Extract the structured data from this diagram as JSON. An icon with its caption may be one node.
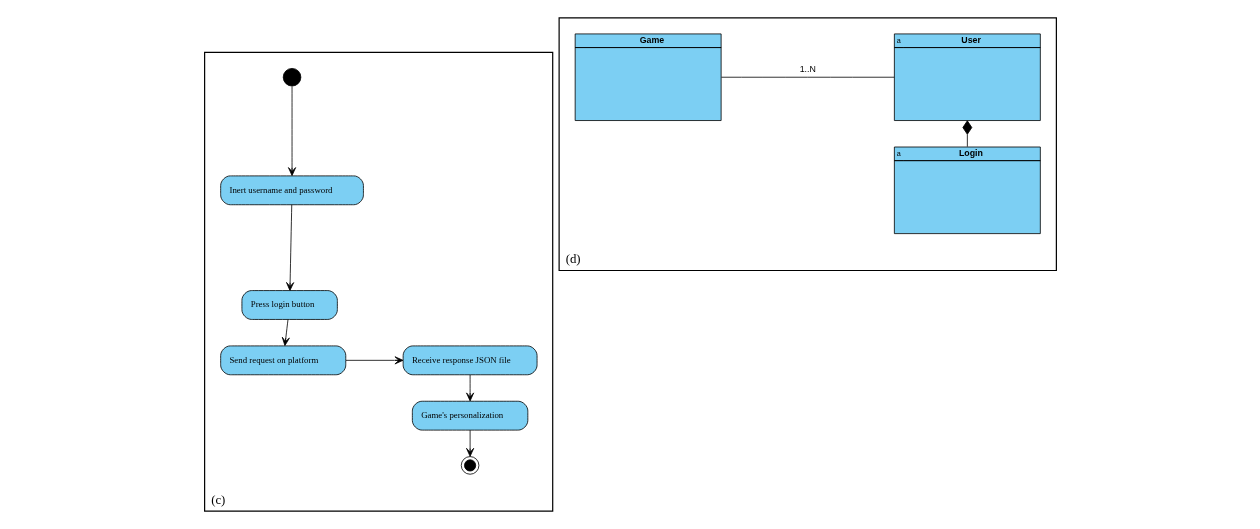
{
  "diagram": {
    "nodes": [
      {
        "text": [
          "(c)"
        ]
      },
      {
        "text": [],
        "shape": "dot",
        "in": 0
      },
      {
        "text": [
          "Inert username and password"
        ],
        "in": 0
      },
      {
        "text": [
          "Press login button"
        ],
        "in": 0
      },
      {
        "text": [
          "Send request on platform"
        ],
        "in": 0
      },
      {
        "text": [
          "Receive response JSON file"
        ],
        "in": 0
      },
      {
        "text": [
          "Game's personalization"
        ],
        "in": 0
      },
      {
        "text": [],
        "shape": "bullseye",
        "in": 0
      },
      {
        "text": [
          "(d)"
        ]
      },
      {
        "text": [
          "Game"
        ],
        "in": 8
      },
      {
        "text": [
          "a",
          "User"
        ],
        "in": 8
      },
      {
        "text": [
          "a",
          "Login"
        ],
        "in": 8
      }
    ],
    "edges": [
      {
        "from": 1,
        "to": 2,
        "arrow": "to"
      },
      {
        "from": 2,
        "to": 3,
        "arrow": "to"
      },
      {
        "from": 3,
        "to": 4,
        "arrow": "to"
      },
      {
        "from": 4,
        "to": 5,
        "arrow": "to"
      },
      {
        "from": 5,
        "to": 6,
        "arrow": "to"
      },
      {
        "from": 6,
        "to": 7,
        "arrow": "to"
      },
      {
        "from": 9,
        "to": 10,
        "arrow": "none",
        "label": "1..N"
      },
      {
        "from": 10,
        "to": 11,
        "arrow": "other"
      }
    ]
  }
}
